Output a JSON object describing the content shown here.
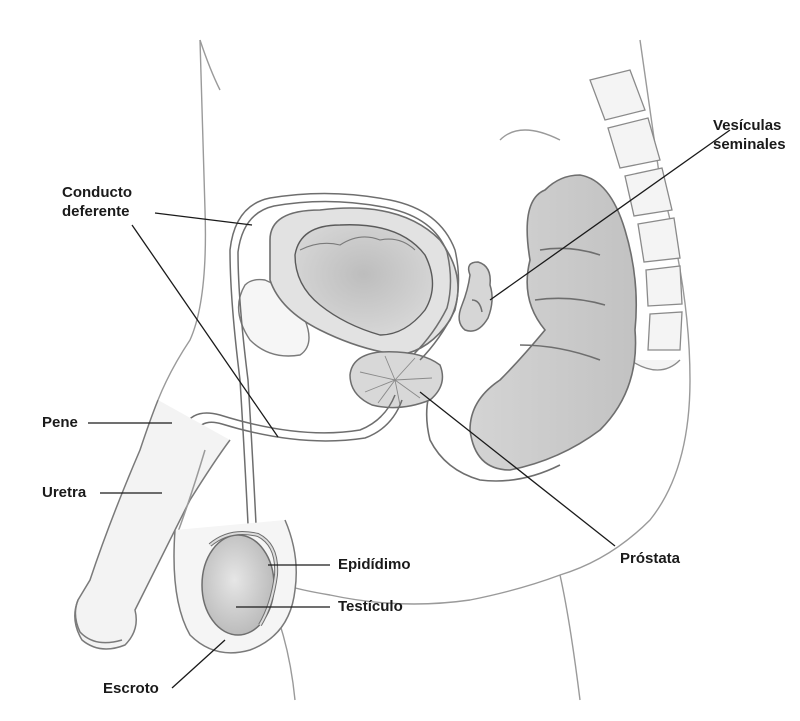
{
  "labels": {
    "vesiculas_line1": "Vesículas",
    "vesiculas_line2": "seminales",
    "conducto_line1": "Conducto",
    "conducto_line2": "deferente",
    "pene": "Pene",
    "uretra": "Uretra",
    "epididimo": "Epidídimo",
    "testiculo": "Testículo",
    "prostata": "Próstata",
    "escroto": "Escroto"
  },
  "colors": {
    "outline": "#6e6e6e",
    "organ_fill": "#cfcfcf",
    "light_fill": "#ececec",
    "leader_line": "#1a1a1a"
  }
}
